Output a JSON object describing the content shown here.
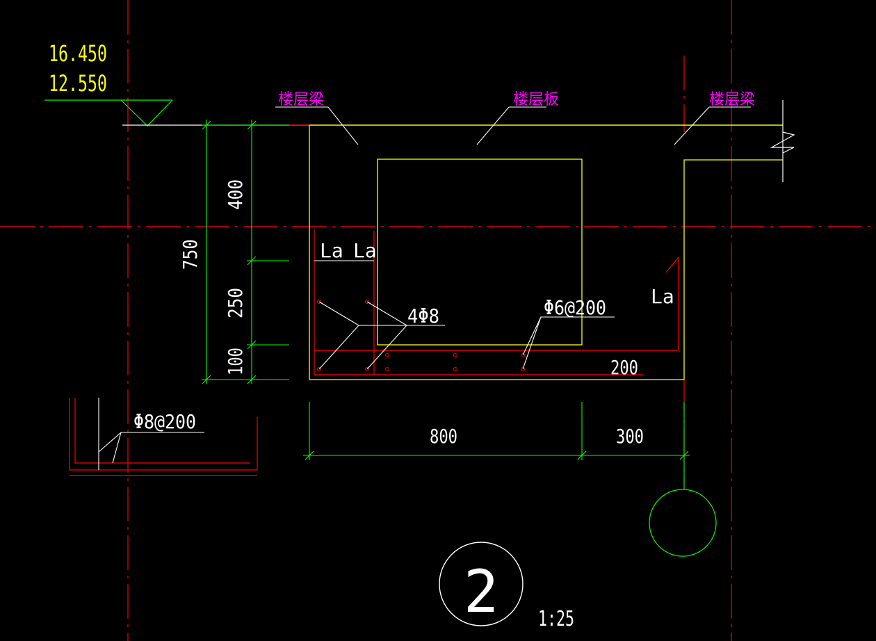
{
  "elevations": {
    "top": "16.450",
    "bottom": "12.550"
  },
  "labels": {
    "beam_left": "楼层梁",
    "slab": "楼层板",
    "beam_right": "楼层梁"
  },
  "dimensions": {
    "d400": "400",
    "d750": "750",
    "d250": "250",
    "d100": "100",
    "d800": "800",
    "d300": "300",
    "d200": "200"
  },
  "rebar": {
    "main_bars": "4Φ8",
    "stirrups": "Φ6@200",
    "detail_bars": "Φ8@200",
    "anchor_1": "La",
    "anchor_2": "La",
    "anchor_3": "La"
  },
  "detail": {
    "number": "2",
    "scale": "1:25"
  },
  "colors": {
    "background": "#000000",
    "axis": "#ff0000",
    "outline": "#ffff00",
    "dimension": "#00ff00",
    "text": "#ffffff",
    "label": "#ff00ff",
    "rebar": "#ff0000"
  }
}
